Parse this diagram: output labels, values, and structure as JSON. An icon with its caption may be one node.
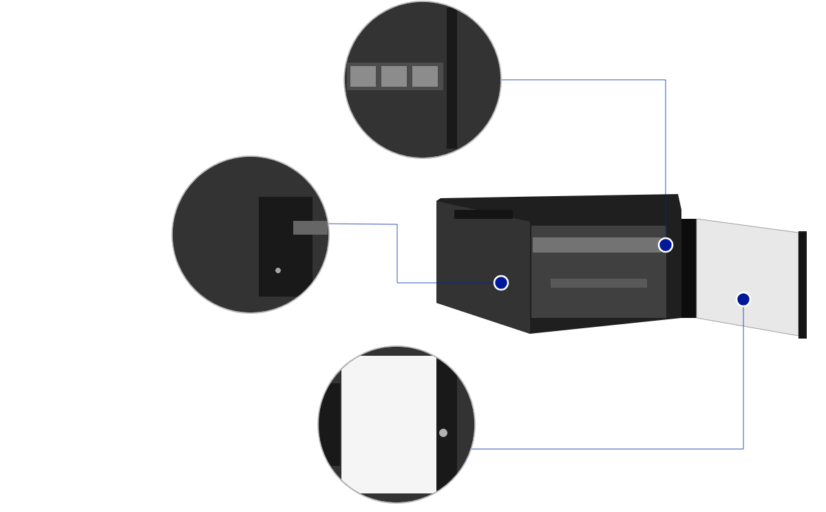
{
  "diagram": {
    "nodes": [
      {
        "text": [],
        "shape": "picture"
      },
      {
        "text": [],
        "shape": "picture"
      },
      {
        "text": [],
        "shape": "picture"
      },
      {
        "text": [],
        "shape": "picture"
      },
      {
        "text": [],
        "shape": "circle",
        "in": 3
      },
      {
        "text": [],
        "shape": "circle",
        "in": 3
      },
      {
        "text": [],
        "shape": "circle"
      }
    ],
    "edges": [
      {
        "from": 0,
        "to": 4,
        "arrow": "none"
      },
      {
        "from": 1,
        "to": 5,
        "arrow": "none"
      },
      {
        "from": 2,
        "to": 6,
        "arrow": "none"
      }
    ]
  }
}
